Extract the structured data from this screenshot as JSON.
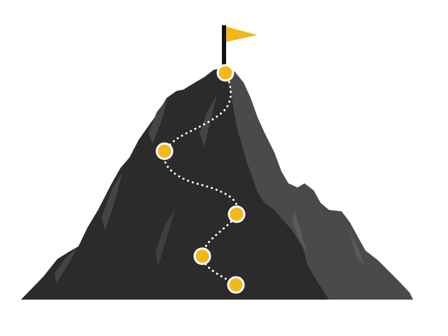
{
  "colors": {
    "background": "#ffffff",
    "mountain_dark": "#2b2b2b",
    "mountain_light": "#4a4a4a",
    "flag": "#f2b71a",
    "pole": "#111111",
    "node_fill": "#f2b71a",
    "node_stroke": "#ffffff",
    "path": "#ffffff"
  },
  "icons": {
    "flag": "flag-icon",
    "mountain": "mountain-icon",
    "milestone": "milestone-icon"
  },
  "milestones": [
    {
      "id": "summit"
    },
    {
      "id": "step-4"
    },
    {
      "id": "step-3"
    },
    {
      "id": "step-2"
    },
    {
      "id": "start"
    }
  ]
}
